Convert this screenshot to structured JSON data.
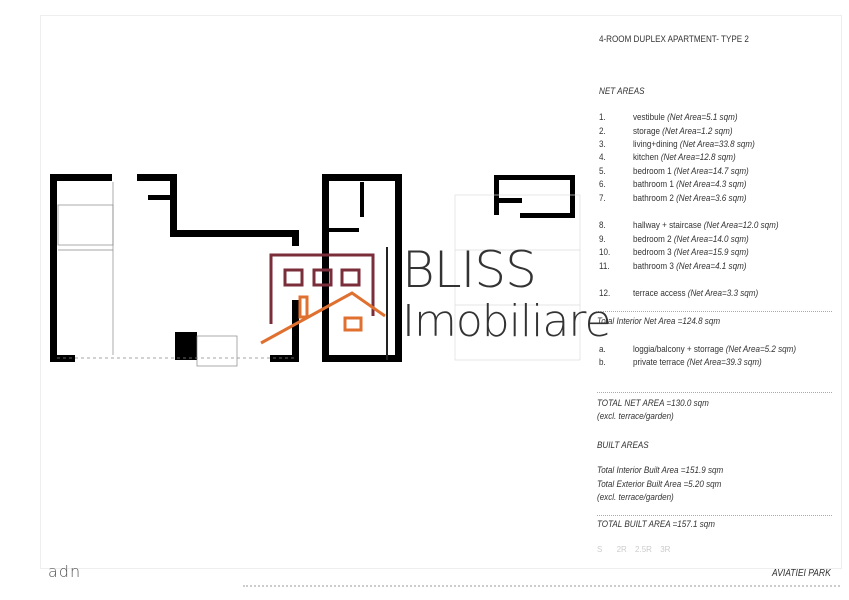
{
  "title": "4-ROOM DUPLEX APARTMENT- TYPE 2",
  "net_areas_heading": "NET AREAS",
  "rooms": [
    {
      "num": "1.",
      "name": "vestibule",
      "area": "(Net Area=5.1 sqm)"
    },
    {
      "num": "2.",
      "name": "storage",
      "area": "(Net Area=1.2 sqm)"
    },
    {
      "num": "3.",
      "name": "living+dining",
      "area": "(Net Area=33.8  sqm)"
    },
    {
      "num": "4.",
      "name": "kitchen",
      "area": "(Net Area=12.8 sqm)"
    },
    {
      "num": "5.",
      "name": "bedroom 1",
      "area": "(Net Area=14.7 sqm)"
    },
    {
      "num": "6.",
      "name": "bathroom 1",
      "area": "(Net Area=4.3 sqm)"
    },
    {
      "num": "7.",
      "name": "bathroom 2",
      "area": "(Net Area=3.6 sqm)"
    },
    {
      "num": "8.",
      "name": "hallway + staircase",
      "area": "(Net Area=12.0 sqm)"
    },
    {
      "num": "9.",
      "name": "bedroom 2",
      "area": "(Net Area=14.0 sqm)"
    },
    {
      "num": "10.",
      "name": "bedroom 3",
      "area": "(Net Area=15.9 sqm)"
    },
    {
      "num": "11.",
      "name": "bathroom 3",
      "area": "(Net Area=4.1 sqm)"
    },
    {
      "num": "12.",
      "name": "terrace access",
      "area": "(Net Area=3.3 sqm)"
    }
  ],
  "total_interior_net": "Total Interior Net Area =124.8 sqm",
  "exterior": [
    {
      "num": "a.",
      "name": "loggia/balcony + storrage",
      "area": "(Net Area=5.2 sqm)"
    },
    {
      "num": "b.",
      "name": "private terrace",
      "area": "(Net Area=39.3 sqm)"
    }
  ],
  "total_net": "TOTAL NET AREA =130.0 sqm",
  "excl_1": "(excl.    terrace/garden)",
  "built_heading": "BUILT AREAS",
  "total_interior_built": "Total Interior Built Area =151.9 sqm",
  "total_exterior_built": "Total Exterior Built Area =5.20 sqm",
  "excl_2": "(excl.    terrace/garden)",
  "total_built": "TOTAL BUILT AREA =157.1 sqm",
  "unit_types": [
    "S",
    "2R",
    "2.5R",
    "3R"
  ],
  "project_name": "AVIATIEI PARK",
  "footer_logo": "adn",
  "watermark": {
    "line1": "BLISS",
    "line2": "Imobiliare",
    "house_color": "#7a2e3a",
    "roof_color": "#e07030"
  }
}
